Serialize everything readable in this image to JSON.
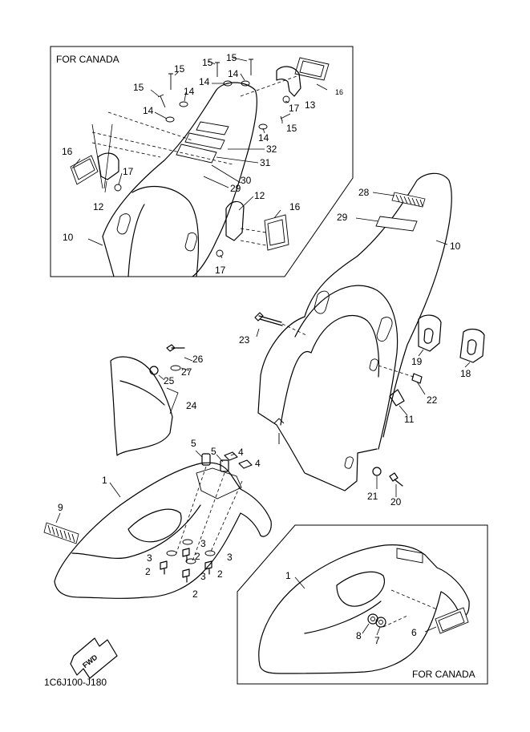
{
  "diagram_code": "1C6J100-J180",
  "canada_label_top": "FOR CANADA",
  "canada_label_bottom": "FOR CANADA",
  "fwd_label": "FWD",
  "callouts": {
    "c1": "1",
    "c1b": "1",
    "c2a": "2",
    "c2b": "2",
    "c2c": "2",
    "c2d": "2",
    "c3a": "3",
    "c3b": "3",
    "c3c": "3",
    "c3d": "3",
    "c4a": "4",
    "c4b": "4",
    "c5a": "5",
    "c5b": "5",
    "c6": "6",
    "c7": "7",
    "c8": "8",
    "c9": "9",
    "c10a": "10",
    "c10b": "10",
    "c11": "11",
    "c12a": "12",
    "c12b": "12",
    "c13": "13",
    "c14a": "14",
    "c14b": "14",
    "c14c": "14",
    "c14d": "14",
    "c14e": "14",
    "c15a": "15",
    "c15b": "15",
    "c15c": "15",
    "c15d": "15",
    "c15e": "15",
    "c16a": "16",
    "c16b": "16",
    "c16c": "16",
    "c17a": "17",
    "c17b": "17",
    "c17c": "17",
    "c18": "18",
    "c19": "19",
    "c20": "20",
    "c21": "21",
    "c22": "22",
    "c23": "23",
    "c24": "24",
    "c25": "25",
    "c26": "26",
    "c27": "27",
    "c28": "28",
    "c29a": "29",
    "c29b": "29",
    "c30": "30",
    "c31": "31",
    "c32": "32"
  }
}
